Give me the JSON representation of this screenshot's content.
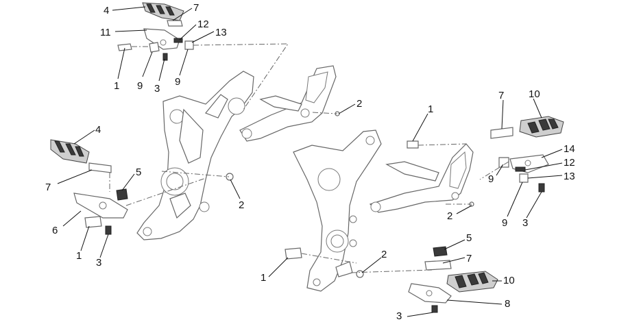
{
  "callouts": [
    {
      "id": "c1",
      "text": "4"
    },
    {
      "id": "c2",
      "text": "7"
    },
    {
      "id": "c3",
      "text": "11"
    },
    {
      "id": "c4",
      "text": "12"
    },
    {
      "id": "c5",
      "text": "13"
    },
    {
      "id": "c6",
      "text": "1"
    },
    {
      "id": "c7",
      "text": "9"
    },
    {
      "id": "c8",
      "text": "3"
    },
    {
      "id": "c9",
      "text": "9"
    },
    {
      "id": "c10",
      "text": "2"
    },
    {
      "id": "c11",
      "text": "4"
    },
    {
      "id": "c12",
      "text": "5"
    },
    {
      "id": "c13",
      "text": "7"
    },
    {
      "id": "c14",
      "text": "6"
    },
    {
      "id": "c15",
      "text": "1"
    },
    {
      "id": "c16",
      "text": "3"
    },
    {
      "id": "c17",
      "text": "2"
    },
    {
      "id": "c18",
      "text": "1"
    },
    {
      "id": "c19",
      "text": "7"
    },
    {
      "id": "c20",
      "text": "10"
    },
    {
      "id": "c21",
      "text": "14"
    },
    {
      "id": "c22",
      "text": "9"
    },
    {
      "id": "c23",
      "text": "12"
    },
    {
      "id": "c24",
      "text": "13"
    },
    {
      "id": "c25",
      "text": "9"
    },
    {
      "id": "c26",
      "text": "3"
    },
    {
      "id": "c27",
      "text": "2"
    },
    {
      "id": "c28",
      "text": "5"
    },
    {
      "id": "c29",
      "text": "7"
    },
    {
      "id": "c30",
      "text": "1"
    },
    {
      "id": "c31",
      "text": "2"
    },
    {
      "id": "c32",
      "text": "10"
    },
    {
      "id": "c33",
      "text": "8"
    },
    {
      "id": "c34",
      "text": "3"
    }
  ]
}
